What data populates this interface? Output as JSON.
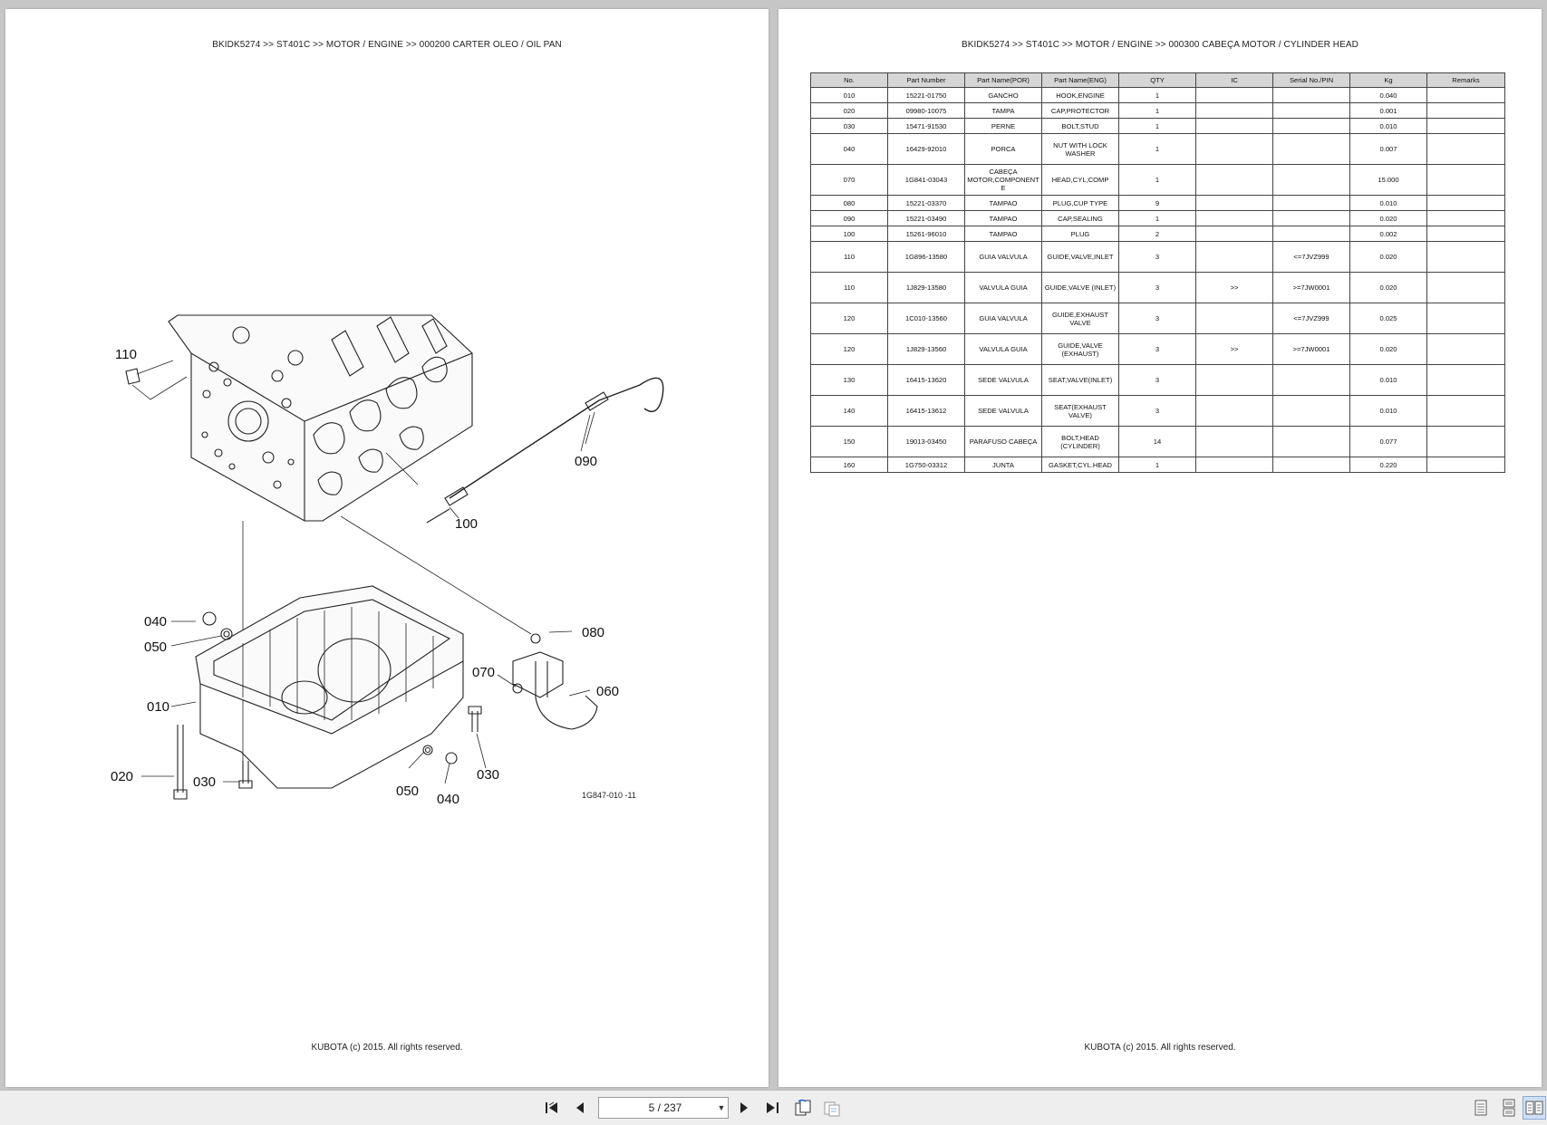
{
  "left_page": {
    "header": "BKIDK5274 >> ST401C >> MOTOR / ENGINE >> 000200   CARTER OLEO / OIL PAN",
    "footer": "KUBOTA (c) 2015. All rights reserved.",
    "figure_code": "1G847-010  -11",
    "callouts": {
      "c110": "110",
      "c090": "090",
      "c100": "100",
      "c040a": "040",
      "c050a": "050",
      "c080": "080",
      "c070": "070",
      "c060": "060",
      "c010": "010",
      "c020": "020",
      "c030a": "030",
      "c050b": "050",
      "c040b": "040",
      "c030b": "030"
    }
  },
  "right_page": {
    "header": "BKIDK5274 >> ST401C >> MOTOR / ENGINE >> 000300   CABEÇA MOTOR / CYLINDER HEAD",
    "footer": "KUBOTA (c) 2015. All rights reserved.",
    "table": {
      "columns": [
        "No.",
        "Part Number",
        "Part Name(POR)",
        "Part Name(ENG)",
        "QTY",
        "IC",
        "Serial No./PIN",
        "Kg",
        "Remarks"
      ],
      "rows": [
        {
          "no": "010",
          "pn": "15221-01750",
          "por": "GANCHO",
          "eng": "HOOK,ENGINE",
          "qty": "1",
          "ic": "",
          "serial": "",
          "kg": "0.040",
          "rem": ""
        },
        {
          "no": "020",
          "pn": "09980-10075",
          "por": "TAMPA",
          "eng": "CAP,PROTECTOR",
          "qty": "1",
          "ic": "",
          "serial": "",
          "kg": "0.001",
          "rem": ""
        },
        {
          "no": "030",
          "pn": "15471-91530",
          "por": "PERNE",
          "eng": "BOLT,STUD",
          "qty": "1",
          "ic": "",
          "serial": "",
          "kg": "0.010",
          "rem": ""
        },
        {
          "no": "040",
          "pn": "16429-92010",
          "por": "PORCA",
          "eng": "NUT WITH LOCK WASHER",
          "qty": "1",
          "ic": "",
          "serial": "",
          "kg": "0.007",
          "rem": ""
        },
        {
          "no": "070",
          "pn": "1G841-03043",
          "por": "CABEÇA MOTOR,COMPONENTE",
          "eng": "HEAD,CYL,COMP",
          "qty": "1",
          "ic": "",
          "serial": "",
          "kg": "15.000",
          "rem": ""
        },
        {
          "no": "080",
          "pn": "15221-03370",
          "por": "TAMPAO",
          "eng": "PLUG,CUP TYPE",
          "qty": "9",
          "ic": "",
          "serial": "",
          "kg": "0.010",
          "rem": ""
        },
        {
          "no": "090",
          "pn": "15221-03490",
          "por": "TAMPAO",
          "eng": "CAP,SEALING",
          "qty": "1",
          "ic": "",
          "serial": "",
          "kg": "0.020",
          "rem": ""
        },
        {
          "no": "100",
          "pn": "15261-96010",
          "por": "TAMPAO",
          "eng": "PLUG",
          "qty": "2",
          "ic": "",
          "serial": "",
          "kg": "0.002",
          "rem": ""
        },
        {
          "no": "110",
          "pn": "1G896-13580",
          "por": "GUIA VALVULA",
          "eng": "GUIDE,VALVE,INLET",
          "qty": "3",
          "ic": "",
          "serial": "<=7JVZ999",
          "kg": "0.020",
          "rem": ""
        },
        {
          "no": "110",
          "pn": "1J829-13580",
          "por": "VALVULA GUIA",
          "eng": "GUIDE,VALVE (INLET)",
          "qty": "3",
          "ic": ">>",
          "serial": ">=7JW0001",
          "kg": "0.020",
          "rem": ""
        },
        {
          "no": "120",
          "pn": "1C010-13560",
          "por": "GUIA VALVULA",
          "eng": "GUIDE,EXHAUST VALVE",
          "qty": "3",
          "ic": "",
          "serial": "<=7JVZ999",
          "kg": "0.025",
          "rem": ""
        },
        {
          "no": "120",
          "pn": "1J829-13560",
          "por": "VALVULA GUIA",
          "eng": "GUIDE,VALVE (EXHAUST)",
          "qty": "3",
          "ic": ">>",
          "serial": ">=7JW0001",
          "kg": "0.020",
          "rem": ""
        },
        {
          "no": "130",
          "pn": "16415-13620",
          "por": "SEDE VALVULA",
          "eng": "SEAT,VALVE(INLET)",
          "qty": "3",
          "ic": "",
          "serial": "",
          "kg": "0.010",
          "rem": ""
        },
        {
          "no": "140",
          "pn": "16415-13612",
          "por": "SEDE VALVULA",
          "eng": "SEAT(EXHAUST VALVE)",
          "qty": "3",
          "ic": "",
          "serial": "",
          "kg": "0.010",
          "rem": ""
        },
        {
          "no": "150",
          "pn": "19013-03450",
          "por": "PARAFUSO CABEÇA",
          "eng": "BOLT,HEAD (CYLINDER)",
          "qty": "14",
          "ic": "",
          "serial": "",
          "kg": "0.077",
          "rem": ""
        },
        {
          "no": "160",
          "pn": "1G750-03312",
          "por": "JUNTA",
          "eng": "GASKET,CYL.HEAD",
          "qty": "1",
          "ic": "",
          "serial": "",
          "kg": "0.220",
          "rem": ""
        }
      ]
    }
  },
  "toolbar": {
    "page_indicator": "5 / 237",
    "icons": [
      "first-page-icon",
      "prev-page-icon",
      "next-page-icon",
      "last-page-icon",
      "rotate-icon",
      "compare-icon",
      "single-page-view-icon",
      "continuous-view-icon",
      "two-page-view-icon"
    ]
  }
}
